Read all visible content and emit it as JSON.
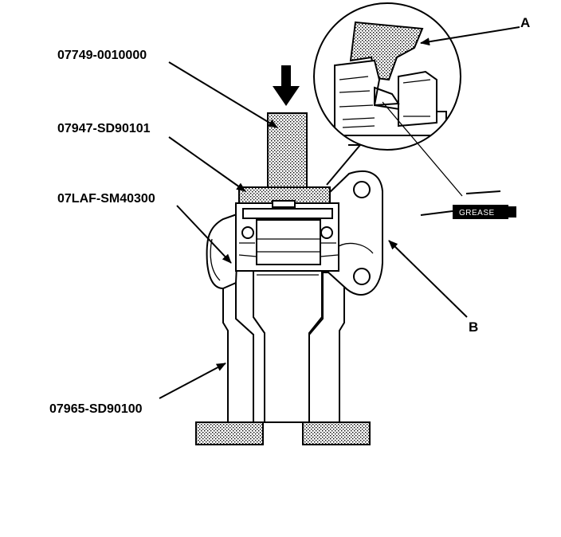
{
  "labels": {
    "tool_driver": "07749-0010000",
    "tool_attachment": "07947-SD90101",
    "tool_support": "07LAF-SM40300",
    "tool_base": "07965-SD90100",
    "callout_a": "A",
    "callout_b": "B",
    "grease_tube": "GREASE"
  },
  "colors": {
    "ink": "#000000",
    "paper": "#ffffff"
  }
}
